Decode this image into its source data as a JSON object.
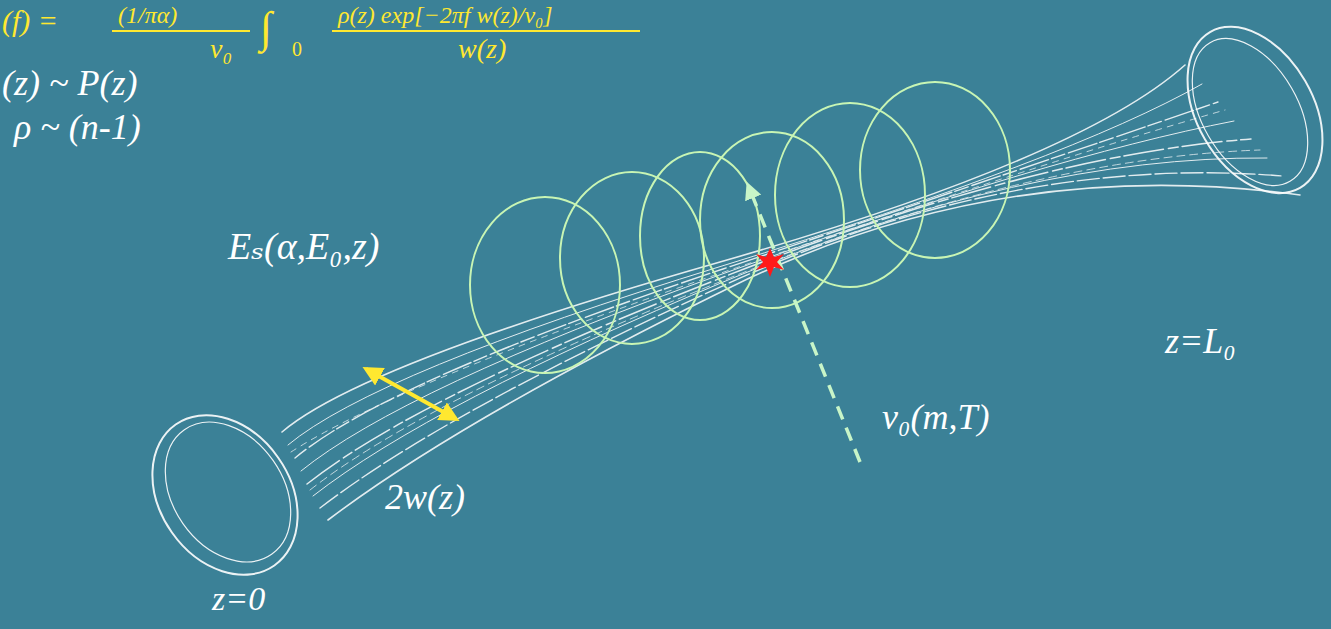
{
  "diagram": {
    "labels": [
      "(f) =",
      "(1/πα)",
      "v₀",
      "∫",
      "0",
      "ρ(z) exp[−2πf w(z)/v₀]",
      "w(z)",
      "(z) ~ P(z)",
      "ρ ~ (n-1)",
      "Eₛ(α,E₀,z)",
      "2w(z)",
      "v₀(m,T)",
      "z=L₀",
      "z=0"
    ]
  }
}
